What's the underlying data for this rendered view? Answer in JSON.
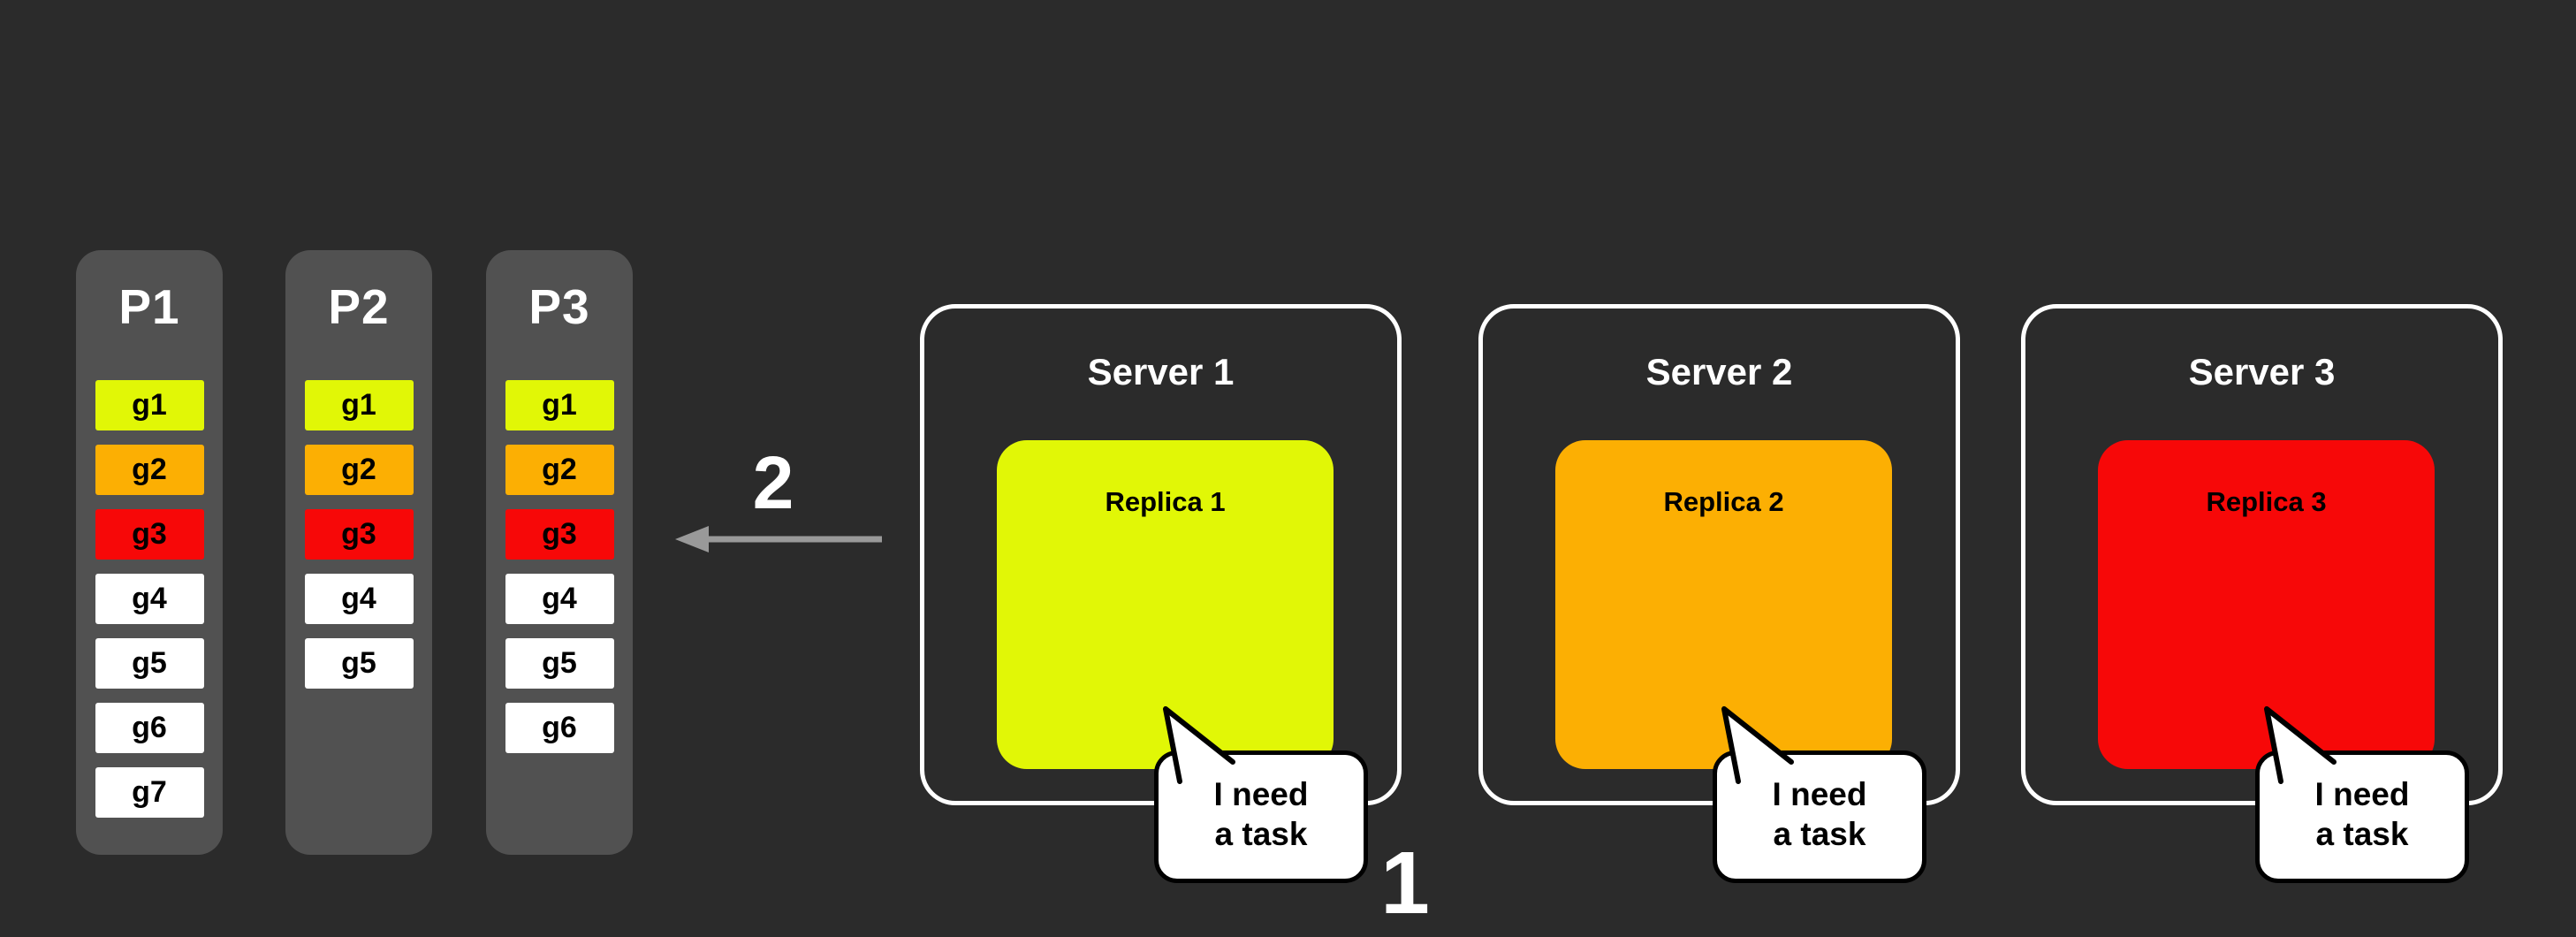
{
  "background": "#2b2b2b",
  "colors": {
    "partition_bg": "#515151",
    "yellow": "#e1f706",
    "orange": "#fcaf03",
    "red": "#f70808",
    "white": "#ffffff",
    "arrow": "#999999"
  },
  "partitions": [
    {
      "label": "P1",
      "cells": [
        {
          "label": "g1",
          "color": "#e1f706"
        },
        {
          "label": "g2",
          "color": "#fcaf03"
        },
        {
          "label": "g3",
          "color": "#f70808"
        },
        {
          "label": "g4",
          "color": "#ffffff"
        },
        {
          "label": "g5",
          "color": "#ffffff"
        },
        {
          "label": "g6",
          "color": "#ffffff"
        },
        {
          "label": "g7",
          "color": "#ffffff"
        }
      ]
    },
    {
      "label": "P2",
      "cells": [
        {
          "label": "g1",
          "color": "#e1f706"
        },
        {
          "label": "g2",
          "color": "#fcaf03"
        },
        {
          "label": "g3",
          "color": "#f70808"
        },
        {
          "label": "g4",
          "color": "#ffffff"
        },
        {
          "label": "g5",
          "color": "#ffffff"
        }
      ]
    },
    {
      "label": "P3",
      "cells": [
        {
          "label": "g1",
          "color": "#e1f706"
        },
        {
          "label": "g2",
          "color": "#fcaf03"
        },
        {
          "label": "g3",
          "color": "#f70808"
        },
        {
          "label": "g4",
          "color": "#ffffff"
        },
        {
          "label": "g5",
          "color": "#ffffff"
        },
        {
          "label": "g6",
          "color": "#ffffff"
        }
      ]
    }
  ],
  "step2": {
    "label": "2"
  },
  "step1": {
    "label": "1"
  },
  "servers": [
    {
      "title": "Server 1",
      "replica": {
        "label": "Replica 1",
        "color": "#e1f706"
      },
      "bubble": {
        "lines": [
          "I need",
          "a task"
        ]
      }
    },
    {
      "title": "Server 2",
      "replica": {
        "label": "Replica 2",
        "color": "#fcaf03"
      },
      "bubble": {
        "lines": [
          "I need",
          "a task"
        ]
      }
    },
    {
      "title": "Server 3",
      "replica": {
        "label": "Replica 3",
        "color": "#f70808"
      },
      "bubble": {
        "lines": [
          "I need",
          "a task"
        ]
      }
    }
  ]
}
